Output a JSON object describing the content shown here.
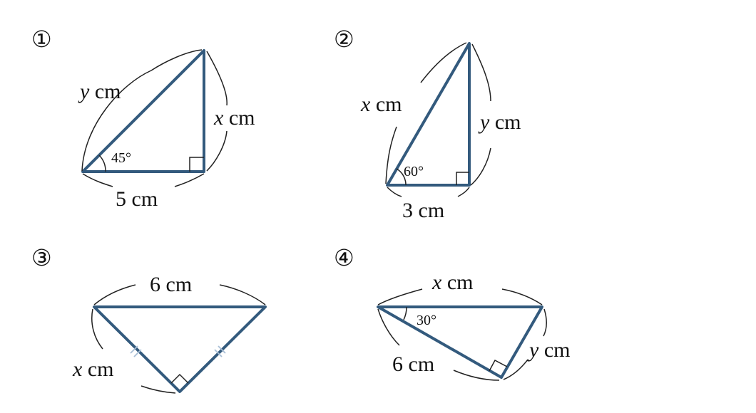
{
  "colors": {
    "edge": "#335a7d",
    "ink": "#111111",
    "tick": "#a9bfd6",
    "background": "#ffffff"
  },
  "problems": [
    {
      "number": "①",
      "labels": {
        "hyp_var": "y",
        "hyp_unit": " cm",
        "leg_var": "x",
        "leg_unit": " cm",
        "base": "5 cm",
        "angle": "45°"
      }
    },
    {
      "number": "②",
      "labels": {
        "hyp_var": "x",
        "hyp_unit": " cm",
        "leg_var": "y",
        "leg_unit": " cm",
        "base": "3 cm",
        "angle": "60°"
      }
    },
    {
      "number": "③",
      "labels": {
        "top": "6 cm",
        "left_var": "x",
        "left_unit": " cm"
      }
    },
    {
      "number": "④",
      "labels": {
        "top_var": "x",
        "top_unit": " cm",
        "angle": "30°",
        "left": "6 cm",
        "right_var": "y",
        "right_unit": " cm"
      }
    }
  ]
}
